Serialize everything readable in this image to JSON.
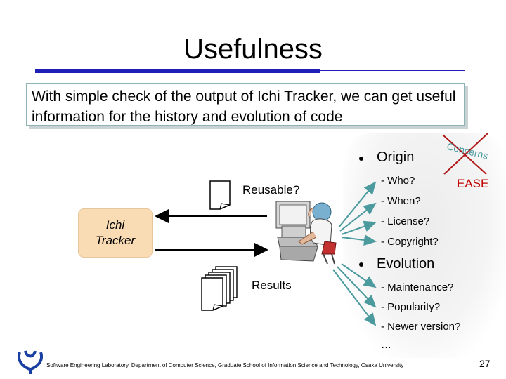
{
  "slide": {
    "title": "Usefulness",
    "callout": "With simple check of the output of Ichi Tracker, we can get useful information for the history and  evolution of code",
    "ichi_tracker_label": "Ichi\nTracker",
    "reusable_label": "Reusable?",
    "results_label": "Results",
    "concerns_label": "Concerns",
    "ease_label": "EASE",
    "origin": {
      "heading": "Origin",
      "items": [
        "- Who?",
        "- When?",
        "- License?",
        "- Copyright?"
      ]
    },
    "evolution": {
      "heading": "Evolution",
      "items": [
        "- Maintenance?",
        "- Popularity?",
        "- Newer version?",
        "…"
      ]
    },
    "footer": "Software Engineering Laboratory, Department of Computer Science, Graduate School of Information Science and Technology, Osaka University",
    "page_number": "27"
  },
  "colors": {
    "title_bar": "#1f1fb8",
    "callout_border": "#8fb3b5",
    "ichi_box": "#f9dcb4",
    "arrow": "#4a9a9e",
    "cross": "#b01818",
    "ease": "#c00000",
    "logo": "#1a3fa3"
  },
  "icons": [
    "document-icon",
    "document-stack-icon",
    "person-at-computer-icon",
    "university-logo-icon"
  ]
}
